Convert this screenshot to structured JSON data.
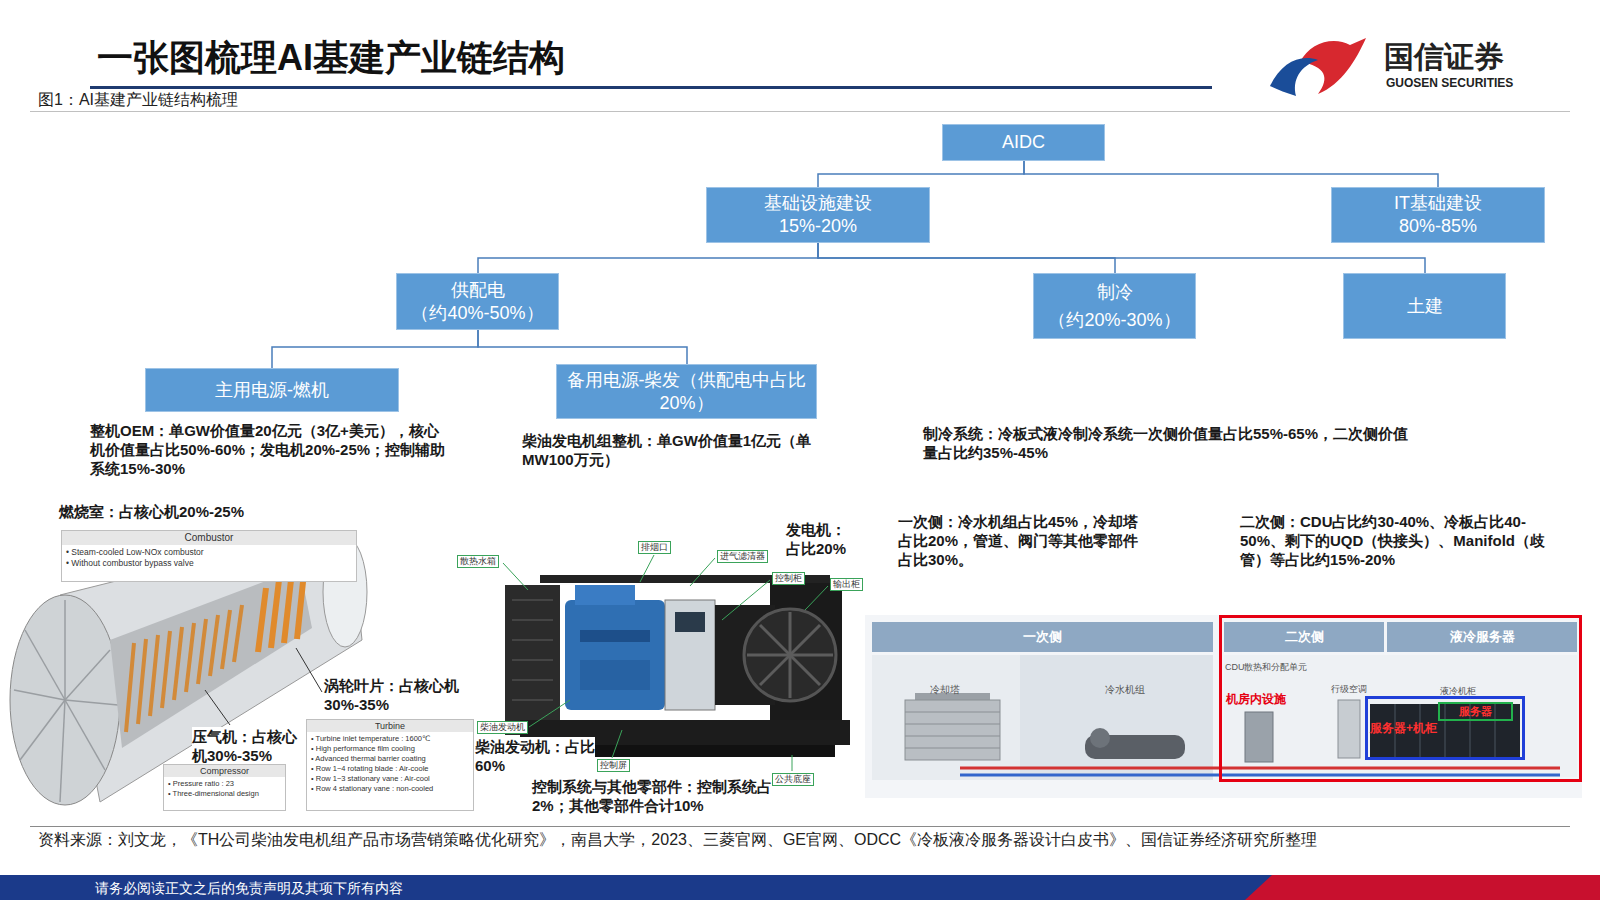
{
  "diagram": {
    "title": "一张图梳理AI基建产业链结构",
    "caption": "图1：AI基建产业链结构梳理",
    "nodes": [
      {
        "text": [
          "AIDC"
        ]
      },
      {
        "text": [
          "基础设施建设",
          "15%-20%"
        ]
      },
      {
        "text": [
          "IT基础建设",
          "80%-85%"
        ]
      },
      {
        "text": [
          "供配电",
          "（约40%-50%）"
        ]
      },
      {
        "text": [
          "制冷",
          "（约20%-30%）"
        ]
      },
      {
        "text": [
          "土建"
        ]
      },
      {
        "text": [
          "主用电源-燃机"
        ]
      },
      {
        "text": [
          "备用电源-柴发（供配电中占比20%）"
        ]
      },
      {
        "text": [
          "Combustor",
          "• Steam-cooled Low-NOx combustor",
          "• Without combustor bypass valve"
        ]
      },
      {
        "text": [
          "Turbine",
          "• Turbine inlet temperature : 1600℃",
          "• High performance film cooling",
          "• Advanced thermal barrier coating",
          "• Row 1~4 rotating blade : Air-coole",
          "• Row 1~3 stationary vane : Air-cool",
          "• Row 4 stationary vane : non-cooled"
        ]
      },
      {
        "text": [
          "Compressor",
          "• Pressure ratio : 23",
          "• Three-dimensional design"
        ]
      },
      {
        "text": [
          "散热水箱"
        ]
      },
      {
        "text": [
          "排烟口"
        ]
      },
      {
        "text": [
          "进气滤清器"
        ]
      },
      {
        "text": [
          "控制柜"
        ]
      },
      {
        "text": [
          "输出柜"
        ]
      },
      {
        "text": [
          "柴油发动机"
        ]
      },
      {
        "text": [
          "控制屏"
        ]
      },
      {
        "text": [
          "公共底座"
        ]
      },
      {
        "text": [
          "一次侧"
        ]
      },
      {
        "text": [
          "机房内设施"
        ]
      },
      {
        "text": [
          "二次侧"
        ],
        "in": 20
      },
      {
        "text": [
          "液冷服务器"
        ],
        "in": 20
      },
      {
        "text": [
          "服务器+机柜"
        ],
        "in": 20
      },
      {
        "text": [
          "服务器"
        ],
        "in": 23
      }
    ],
    "edges": [
      {
        "from": 0,
        "to": 1,
        "arrow": "none"
      },
      {
        "from": 0,
        "to": 2,
        "arrow": "none"
      },
      {
        "from": 1,
        "to": 3,
        "arrow": "none"
      },
      {
        "from": 1,
        "to": 4,
        "arrow": "none"
      },
      {
        "from": 1,
        "to": 5,
        "arrow": "none"
      },
      {
        "from": 3,
        "to": 6,
        "arrow": "none"
      },
      {
        "from": 3,
        "to": 7,
        "arrow": "none"
      }
    ],
    "labels": [
      "国信证券",
      "GUOSEN SECURITIES",
      "整机OEM：单GW价值量20亿元（3亿+美元），核心机价值量占比50%-60%；发电机20%-25%；控制辅助系统15%-30%",
      "柴油发电机组整机：单GW价值量1亿元（单MW100万元）",
      "制冷系统：冷板式液冷制冷系统一次侧价值量占比55%-65%，二次侧价值量占比约35%-45%",
      "燃烧室：占核心机20%-25%",
      "涡轮叶片：占核心机30%-35%",
      "压气机：占核心机30%-35%",
      "发电机：占比20%",
      "柴油发动机：占比60%",
      "控制系统与其他零部件：控制系统占2%；其他零部件合计10%",
      "一次侧：冷水机组占比45%，冷却塔占比20%，管道、阀门等其他零部件占比30%。",
      "二次侧：CDU占比约30-40%、冷板占比40-50%、剩下的UQD（快接头）、Manifold（歧管）等占比约15%-20%",
      "冷却塔",
      "冷水机组",
      "CDU散热和分配单元",
      "行级空调",
      "液冷机柜",
      "资料来源：刘文龙，《TH公司柴油发电机组产品市场营销策略优化研究》，南昌大学，2023、三菱官网、GE官网、ODCC《冷板液冷服务器设计白皮书》、国信证券经济研究所整理",
      "请务必阅读正文之后的免责声明及其项下所有内容"
    ]
  }
}
